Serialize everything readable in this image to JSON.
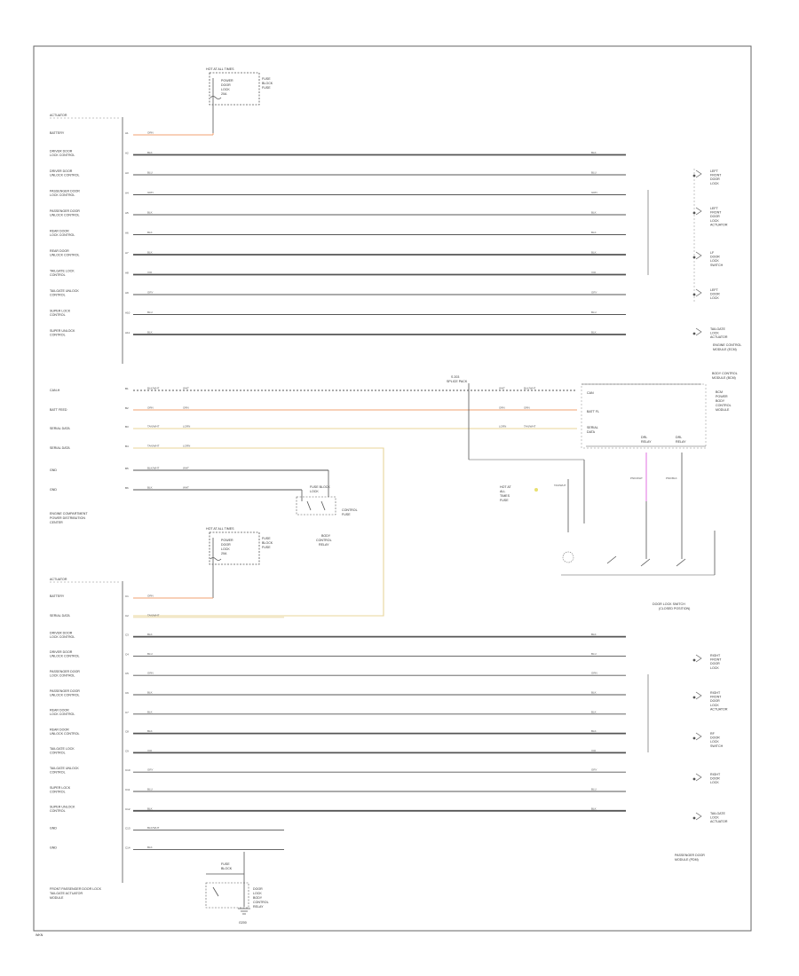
{
  "colors": {
    "wire_default": "#555555",
    "wire_orange": "#f0a070",
    "wire_tan": "#e8d49a",
    "wire_yellow": "#e8e070",
    "wire_pink": "#e070e0",
    "frame": "#666666"
  },
  "footer_code": "WKN",
  "upper_module": {
    "label_lines": [
      "ENGINE COMPARTMENT",
      "POWER DISTRIBUTION",
      "CENTER"
    ],
    "header": "ACTUATOR",
    "fuse_block": {
      "title": "HOT AT ALL TIMES",
      "fuse_lines": [
        "POWER",
        "DOOR",
        "LOCK",
        "20A"
      ],
      "side_lines": [
        "FUSE",
        "BLOCK",
        "FUSE"
      ]
    },
    "circuits": [
      {
        "label": [
          "BATTERY"
        ],
        "pin": "A1",
        "wire": "ORN",
        "right": ""
      },
      {
        "label": [
          "DRIVER DOOR",
          "LOCK CONTROL"
        ],
        "pin": "A2",
        "wire": "BLK",
        "right": "BLK"
      },
      {
        "label": [
          "DRIVER DOOR",
          "UNLOCK CONTROL"
        ],
        "pin": "A3",
        "wire": "BLU",
        "right": "BLU"
      },
      {
        "label": [
          "PASSENGER DOOR",
          "LOCK CONTROL"
        ],
        "pin": "A4",
        "wire": "GRN",
        "right": "GRN"
      },
      {
        "label": [
          "PASSENGER DOOR",
          "UNLOCK CONTROL"
        ],
        "pin": "A5",
        "wire": "BLK",
        "right": "BLK"
      },
      {
        "label": [
          "REAR DOOR",
          "LOCK CONTROL"
        ],
        "pin": "A6",
        "wire": "BLK",
        "right": "BLK"
      },
      {
        "label": [
          "REAR DOOR",
          "UNLOCK CONTROL"
        ],
        "pin": "A7",
        "wire": "BLK",
        "right": "BLK"
      },
      {
        "label": [
          "TAILGATE LOCK",
          "CONTROL"
        ],
        "pin": "A8",
        "wire": "VIO",
        "right": "VIO"
      },
      {
        "label": [
          "TAILGATE UNLOCK",
          "CONTROL"
        ],
        "pin": "A9",
        "wire": "GRY",
        "right": "GRY"
      },
      {
        "label": [
          "SUPER LOCK",
          "CONTROL"
        ],
        "pin": "A10",
        "wire": "BLU",
        "right": "BLU"
      },
      {
        "label": [
          "SUPER UNLOCK",
          "CONTROL"
        ],
        "pin": "A11",
        "wire": "BLK",
        "right": "BLK"
      }
    ],
    "lower_circuits": [
      {
        "label": [
          "CAN-H"
        ],
        "pin": "B1",
        "wire": "BLK/WHT",
        "mid": "WHT"
      },
      {
        "label": [
          "BATT FEED"
        ],
        "pin": "B2",
        "wire": "ORN",
        "mid": "ORN"
      },
      {
        "label": [
          "SERIAL DATA"
        ],
        "pin": "B3",
        "wire": "TAN/WHT",
        "mid": "LGRN"
      },
      {
        "label": [
          "SERIAL DATA"
        ],
        "pin": "B4",
        "wire": "TAN/WHT",
        "mid": "LGRN"
      },
      {
        "label": [
          "GND"
        ],
        "pin": "B5",
        "wire": "BLK/WHT",
        "mid": "WHT"
      },
      {
        "label": [
          "GND"
        ],
        "pin": "B6",
        "wire": "BLK",
        "mid": "WHT"
      }
    ],
    "relay": {
      "lines": [
        "BODY",
        "CONTROL",
        "RELAY"
      ],
      "note_lines": [
        "FUSE BLOCK",
        "LOCK",
        "CONTROL",
        "FUSE"
      ]
    }
  },
  "lower_module": {
    "label_lines": [
      "FRONT PASSENGER DOOR LOCK",
      "TAILGATE ACTUATOR",
      "MODULE"
    ],
    "header": "ACTUATOR",
    "fuse_block": {
      "title": "HOT AT ALL TIMES",
      "fuse_lines": [
        "POWER",
        "DOOR",
        "LOCK",
        "20A"
      ],
      "side_lines": [
        "FUSE",
        "BLOCK",
        "FUSE"
      ]
    },
    "circuits": [
      {
        "label": [
          "BATTERY"
        ],
        "pin": "C1",
        "wire": "ORN",
        "right": ""
      },
      {
        "label": [
          "SERIAL DATA"
        ],
        "pin": "C2",
        "wire": "TAN/WHT",
        "right": ""
      },
      {
        "label": [
          "DRIVER DOOR",
          "LOCK CONTROL"
        ],
        "pin": "C3",
        "wire": "BLK",
        "right": "BLK"
      },
      {
        "label": [
          "DRIVER DOOR",
          "UNLOCK CONTROL"
        ],
        "pin": "C4",
        "wire": "BLU",
        "right": "BLU"
      },
      {
        "label": [
          "PASSENGER DOOR",
          "LOCK CONTROL"
        ],
        "pin": "C5",
        "wire": "GRN",
        "right": "GRN"
      },
      {
        "label": [
          "PASSENGER DOOR",
          "UNLOCK CONTROL"
        ],
        "pin": "C6",
        "wire": "BLK",
        "right": "BLK"
      },
      {
        "label": [
          "REAR DOOR",
          "LOCK CONTROL"
        ],
        "pin": "C7",
        "wire": "BLK",
        "right": "BLK"
      },
      {
        "label": [
          "REAR DOOR",
          "UNLOCK CONTROL"
        ],
        "pin": "C8",
        "wire": "BLK",
        "right": "BLK"
      },
      {
        "label": [
          "TAILGATE LOCK",
          "CONTROL"
        ],
        "pin": "C9",
        "wire": "VIO",
        "right": "VIO"
      },
      {
        "label": [
          "TAILGATE UNLOCK",
          "CONTROL"
        ],
        "pin": "C10",
        "wire": "GRY",
        "right": "GRY"
      },
      {
        "label": [
          "SUPER LOCK",
          "CONTROL"
        ],
        "pin": "C11",
        "wire": "BLU",
        "right": "BLU"
      },
      {
        "label": [
          "SUPER UNLOCK",
          "CONTROL"
        ],
        "pin": "C12",
        "wire": "BLK",
        "right": "BLK"
      },
      {
        "label": [
          "GND"
        ],
        "pin": "C13",
        "wire": "BLK/WHT",
        "right": ""
      },
      {
        "label": [
          "GND"
        ],
        "pin": "C14",
        "wire": "BLK",
        "right": ""
      }
    ],
    "relay": {
      "lines": [
        "BODY",
        "CONTROL",
        "RELAY"
      ],
      "note_lines": [
        "FUSE",
        "BLOCK",
        "DOOR",
        "LOCK"
      ]
    },
    "ground_label": "G200"
  },
  "right_components": {
    "upper": [
      {
        "lines": [
          "LEFT",
          "FRONT",
          "DOOR",
          "LOCK"
        ]
      },
      {
        "lines": [
          "LEFT",
          "FRONT",
          "DOOR",
          "LOCK",
          "ACTUATOR"
        ]
      },
      {
        "lines": [
          "LF",
          "DOOR",
          "LOCK",
          "SWITCH"
        ]
      },
      {
        "lines": [
          "LEFT",
          "DOOR",
          "LOCK"
        ]
      },
      {
        "lines": [
          "TAILGATE",
          "LOCK",
          "ACTUATOR"
        ]
      }
    ],
    "upper_title_lines": [
      "ENGINE CONTROL",
      "MODULE (ECM)"
    ],
    "lower": [
      {
        "lines": [
          "RIGHT",
          "FRONT",
          "DOOR",
          "LOCK"
        ]
      },
      {
        "lines": [
          "RIGHT",
          "FRONT",
          "DOOR",
          "LOCK",
          "ACTUATOR"
        ]
      },
      {
        "lines": [
          "RF",
          "DOOR",
          "LOCK",
          "SWITCH"
        ]
      },
      {
        "lines": [
          "RIGHT",
          "DOOR",
          "LOCK"
        ]
      },
      {
        "lines": [
          "TAILGATE",
          "LOCK",
          "ACTUATOR"
        ]
      }
    ],
    "lower_title_lines": [
      "PASSENGER DOOR",
      "MODULE (PDM)"
    ]
  },
  "center_block": {
    "splice": [
      "S 203",
      "SPLICE PACK"
    ],
    "title_lines": [
      "BODY CONTROL",
      "MODULE (BCM)"
    ],
    "pin_labels": [
      "CAN",
      "BATT FL",
      "SERIAL",
      "DATA"
    ],
    "pin_side": [
      "BCM",
      "POWER",
      "BODY",
      "CONTROL",
      "MODULE"
    ],
    "ids": [
      {
        "lines": [
          "DRL",
          "RELAY"
        ]
      },
      {
        "lines": [
          "DRL",
          "RELAY"
        ]
      }
    ],
    "mid_wire_labels": [
      "TAN/WHT",
      "PNK/WHT",
      "PNK/BLK"
    ],
    "side_labels": [
      "HOT AT",
      "ALL",
      "TIMES",
      "FUSE"
    ],
    "switch_lines": [
      "DOOR LOCK SWITCH",
      "(CLOSED POSITION)"
    ]
  }
}
